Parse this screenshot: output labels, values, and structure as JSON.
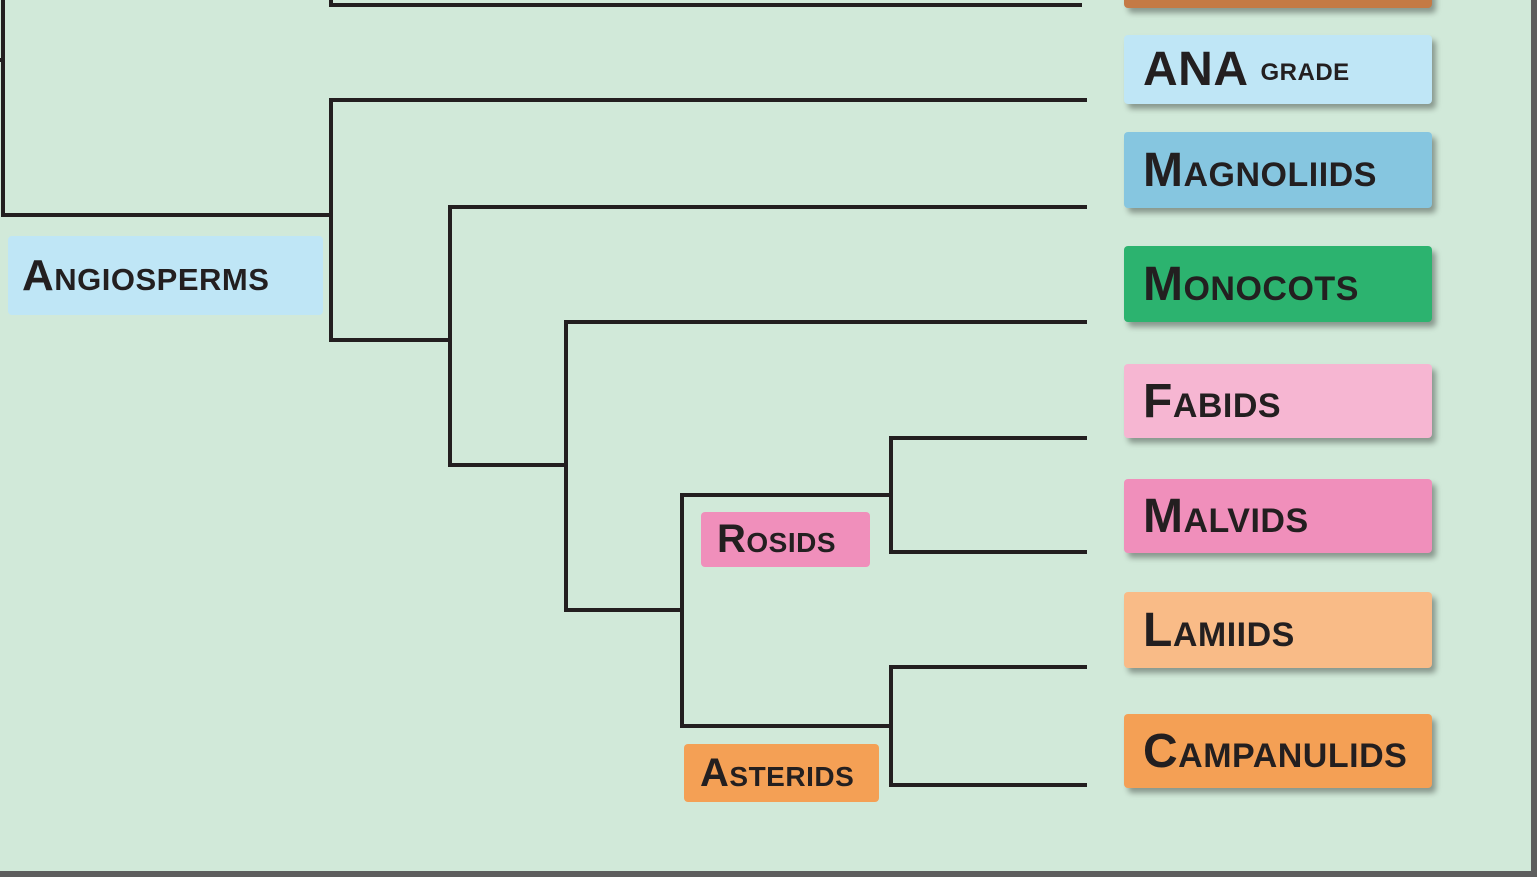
{
  "diagram": {
    "tips": [
      {
        "key": "ana",
        "text": "ANA",
        "suffix": "grade",
        "color": "#bfe6f6"
      },
      {
        "key": "magnoliids",
        "text": "Magnoliids",
        "color": "#86c6e0"
      },
      {
        "key": "monocots",
        "text": "Monocots",
        "color": "#2cb36f"
      },
      {
        "key": "fabids",
        "text": "Fabids",
        "color": "#f6b6d2"
      },
      {
        "key": "malvids",
        "text": "Malvids",
        "color": "#f08fbb"
      },
      {
        "key": "lamiids",
        "text": "Lamiids",
        "color": "#f9bb87"
      },
      {
        "key": "campanulids",
        "text": "Campanulids",
        "color": "#f4a055"
      }
    ],
    "clades": [
      {
        "key": "angiosperms",
        "text": "Angiosperms",
        "color": "#bfe6f6"
      },
      {
        "key": "rosids",
        "text": "Rosids",
        "color": "#f08fbb"
      },
      {
        "key": "asterids",
        "text": "Asterids",
        "color": "#f4a055"
      }
    ],
    "partial_top_tip_color": "#c47a45",
    "line_color": "#231f20",
    "background": "#d1e9d9"
  }
}
